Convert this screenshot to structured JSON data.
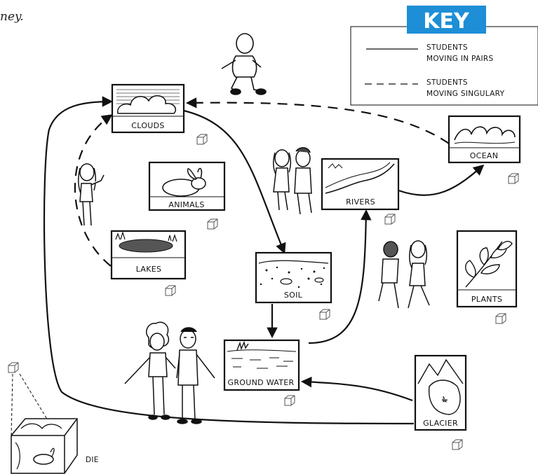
{
  "caption_fragment": "ney.",
  "key": {
    "title": "KEY",
    "title_bg": "#1e8fd6",
    "solid": {
      "line1": "STUDENTS",
      "line2": "MOVING IN PAIRS"
    },
    "dashed": {
      "line1": "STUDENTS",
      "line2": "MOVING SINGULARY"
    }
  },
  "stations": {
    "clouds": "CLOUDS",
    "ocean": "OCEAN",
    "animals": "ANIMALS",
    "rivers": "RIVERS",
    "lakes": "LAKES",
    "soil": "SOIL",
    "plants": "PLANTS",
    "ground_water": "GROUND WATER",
    "glacier": "GLACIER"
  },
  "die_label": "DIE"
}
